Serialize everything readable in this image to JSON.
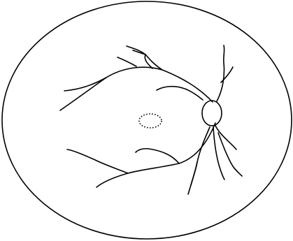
{
  "diagram": {
    "kind": "fundus-line-drawing",
    "labels": [],
    "stroke_color": "#000000",
    "background_color": "#ffffff",
    "structures": [
      "retina-outline",
      "optic-disc",
      "macula-fovea",
      "superior-arcade-vessels",
      "inferior-arcade-vessels"
    ]
  }
}
